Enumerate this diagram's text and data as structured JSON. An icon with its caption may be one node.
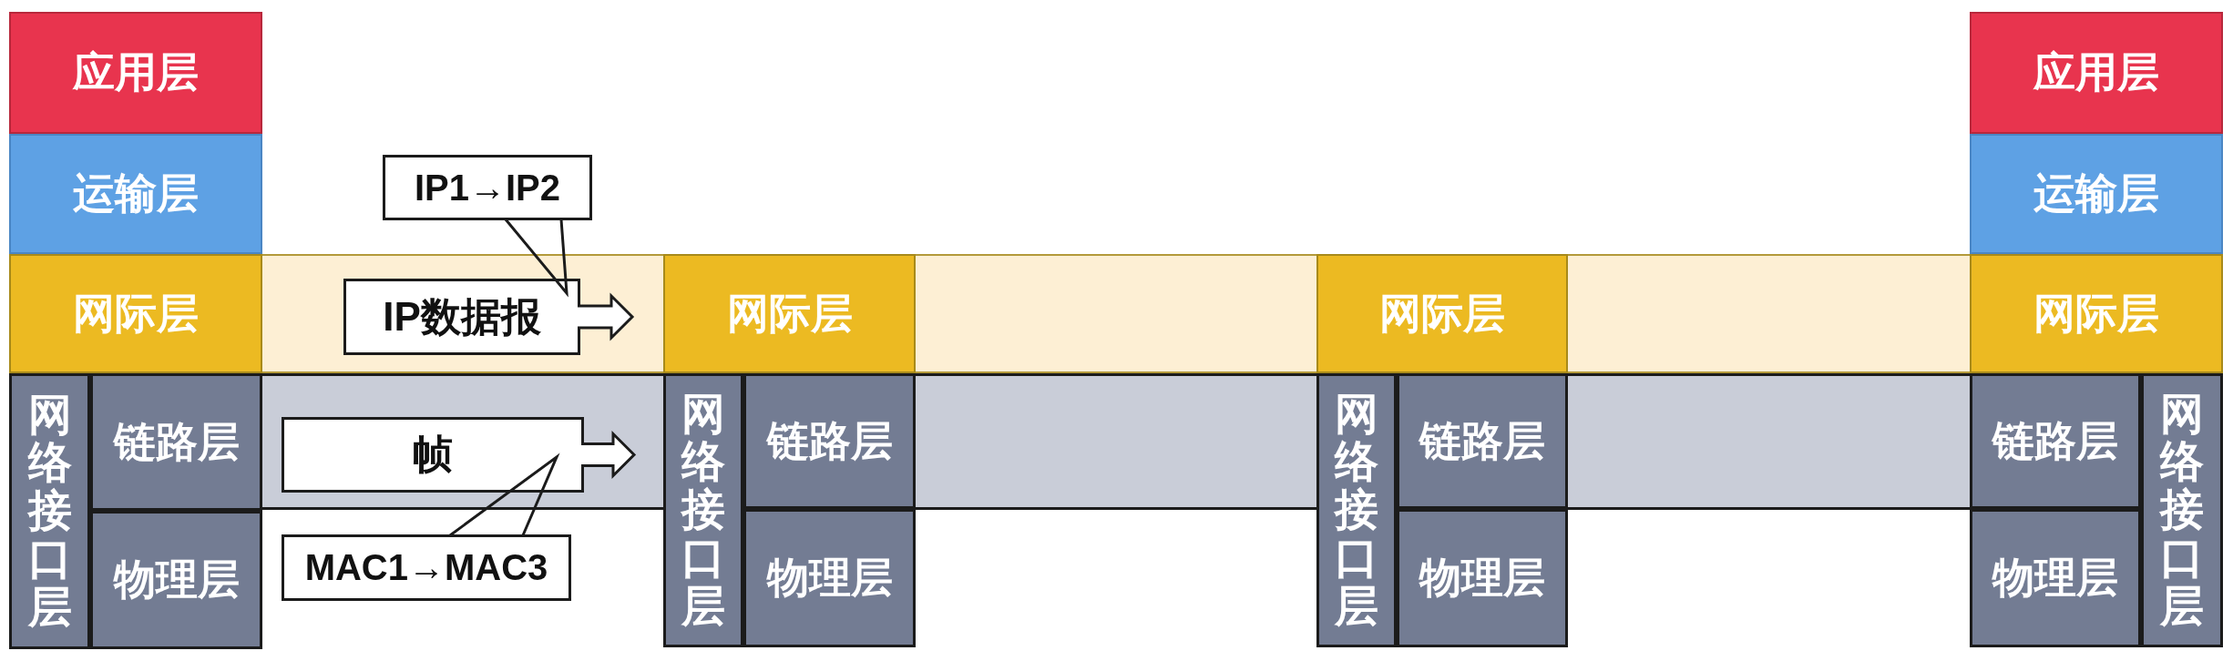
{
  "diagram": {
    "nodes": [
      {
        "text": [
          "应用层"
        ]
      },
      {
        "text": [
          "运输层"
        ]
      },
      {
        "text": [
          "网际层"
        ]
      },
      {
        "text": [
          "网络接口层"
        ]
      },
      {
        "text": [
          "链路层"
        ]
      },
      {
        "text": [
          "物理层"
        ]
      },
      {
        "text": [
          "IP1→IP2"
        ]
      },
      {
        "text": [
          "IP数据报"
        ]
      },
      {
        "text": [
          "帧"
        ]
      },
      {
        "text": [
          "MAC1→MAC3"
        ]
      },
      {
        "text": [
          "网际层"
        ]
      },
      {
        "text": [
          "网络接口层"
        ]
      },
      {
        "text": [
          "链路层"
        ]
      },
      {
        "text": [
          "物理层"
        ]
      },
      {
        "text": [
          "网际层"
        ]
      },
      {
        "text": [
          "网络接口层"
        ]
      },
      {
        "text": [
          "链路层"
        ]
      },
      {
        "text": [
          "物理层"
        ]
      },
      {
        "text": [
          "应用层"
        ]
      },
      {
        "text": [
          "运输层"
        ]
      },
      {
        "text": [
          "网际层"
        ]
      },
      {
        "text": [
          "链路层"
        ]
      },
      {
        "text": [
          "物理层"
        ]
      },
      {
        "text": [
          "网络接口层"
        ]
      }
    ],
    "edges": [
      {
        "from": 6,
        "to": 7,
        "arrow": "none"
      },
      {
        "from": 9,
        "to": 8,
        "arrow": "none"
      },
      {
        "from": 7,
        "to": null,
        "arrow": "to"
      },
      {
        "from": 8,
        "to": null,
        "arrow": "to"
      }
    ]
  }
}
